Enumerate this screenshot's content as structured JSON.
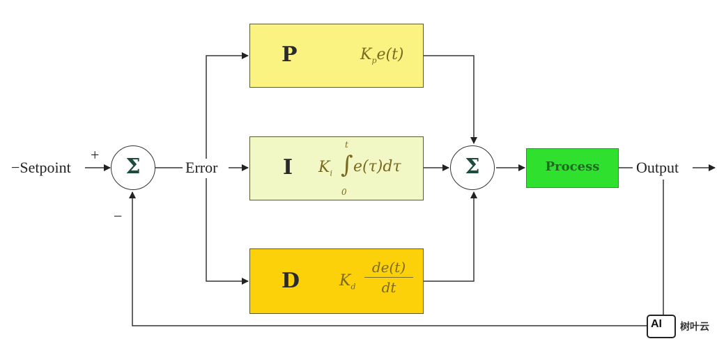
{
  "labels": {
    "setpoint": "−Setpoint",
    "plus": "+",
    "minus": "−",
    "error": "Error",
    "output": "Output"
  },
  "blocks": {
    "p": {
      "letter": "P",
      "gain": "K",
      "gain_sub": "p",
      "expr": "e(t)"
    },
    "i": {
      "letter": "I",
      "gain": "K",
      "gain_sub": "i",
      "upper": "t",
      "lower": "0",
      "expr": "e(τ)dτ"
    },
    "d": {
      "letter": "D",
      "gain": "K",
      "gain_sub": "d",
      "numerator": "de(t)",
      "denominator": "dt"
    },
    "process": "Process"
  },
  "summing_symbol": "Σ",
  "watermark": {
    "logo": "AI",
    "text": "树叶云"
  },
  "colors": {
    "p_block": "#faf382",
    "i_block": "#f2f7c6",
    "d_block": "#fcd10a",
    "process_block": "#2fe02f",
    "line": "#333333"
  }
}
